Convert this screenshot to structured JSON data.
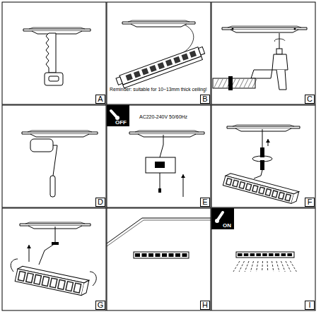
{
  "diagram": {
    "labels": [
      "A",
      "B",
      "C",
      "D",
      "E",
      "F",
      "G",
      "H",
      "I",
      "Reminder: suitable for 10~13mm thick ceiling!",
      "OFF",
      "AC220-240V 50/60Hz",
      "ON"
    ]
  }
}
